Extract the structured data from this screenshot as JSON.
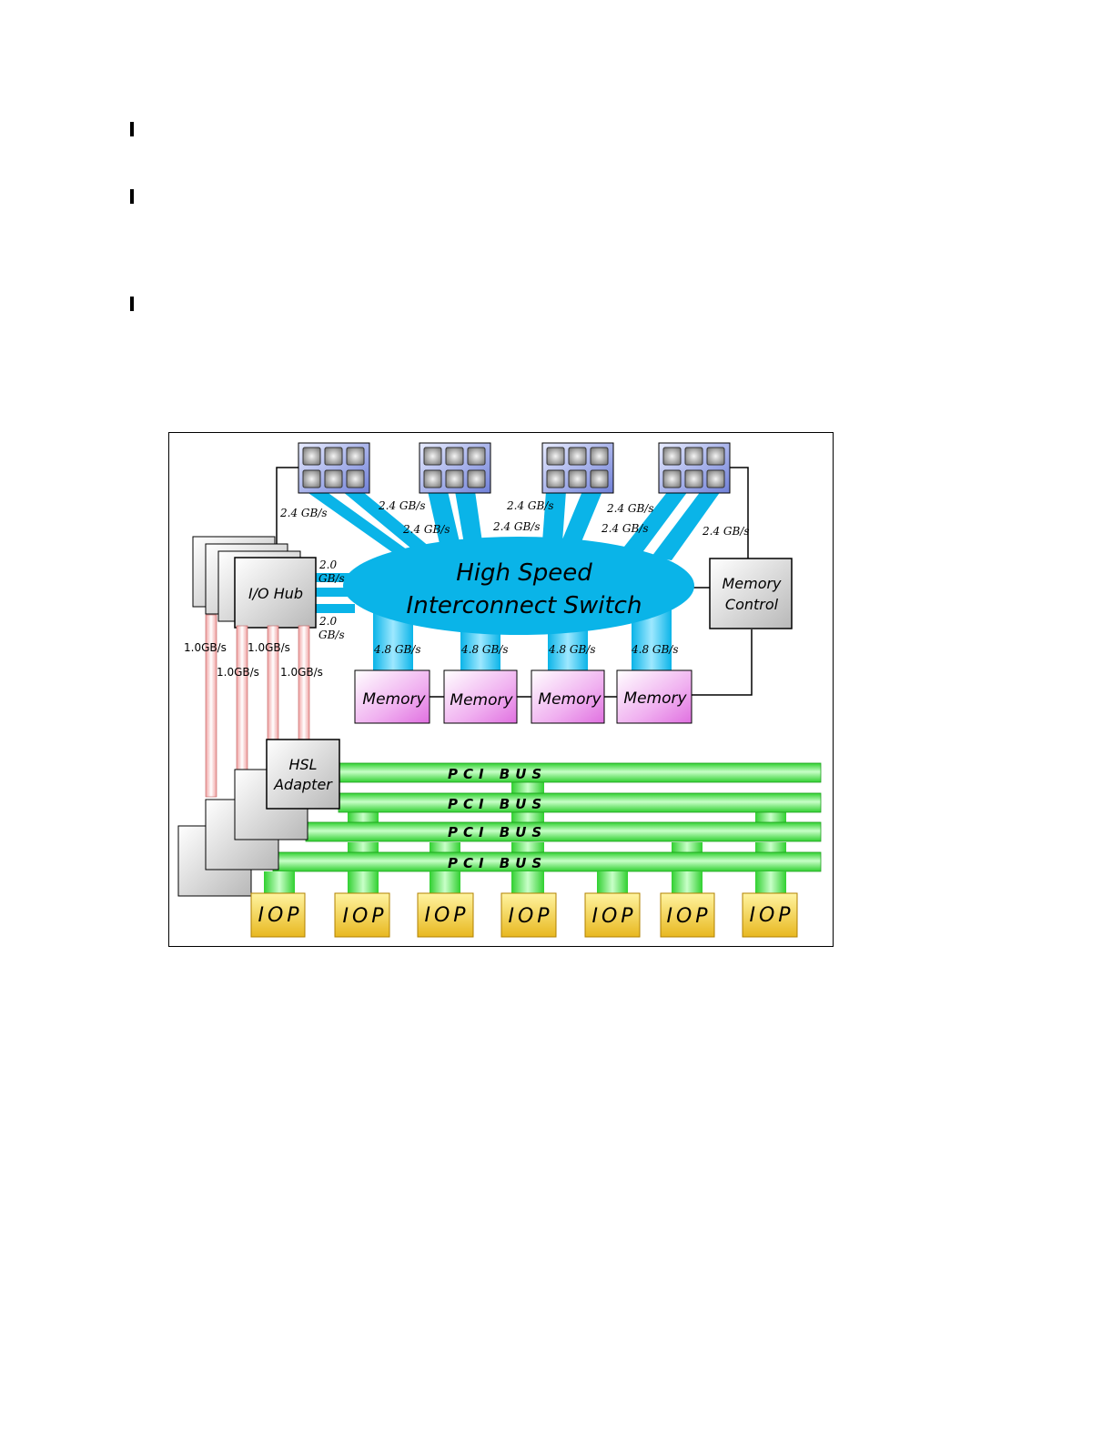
{
  "bullets": [
    "l",
    "l",
    "l"
  ],
  "switch": {
    "line1": "High Speed",
    "line2": "Interconnect Switch"
  },
  "io_hub": {
    "label": "I/O Hub"
  },
  "hsl": {
    "line1": "HSL",
    "line2": "Adapter"
  },
  "memory_control": {
    "line1": "Memory",
    "line2": "Control"
  },
  "memory_label": "Memory",
  "pci_label": "PCI BUS",
  "iop_label": "IOP",
  "bandwidth": {
    "proc_top": [
      "2.4 GB/s",
      "2.4 GB/s",
      "2.4 GB/s",
      "2.4 GB/s"
    ],
    "proc_lower": [
      "2.4 GB/s",
      "2.4 GB/s",
      "2.4 GB/s",
      "2.4 GB/s"
    ],
    "memory": [
      "4.8 GB/s",
      "4.8 GB/s",
      "4.8 GB/s",
      "4.8 GB/s"
    ],
    "hub_upper": [
      "2.0",
      "GB/s"
    ],
    "hub_lower": [
      "2.0",
      "GB/s"
    ],
    "hsl_row1": [
      "1.0GB/s",
      "1.0GB/s"
    ],
    "hsl_row2": [
      "1.0GB/s",
      "1.0GB/s"
    ]
  },
  "colors": {
    "switch": "#0ab4e8",
    "processor": "#8a96e0",
    "memory": "#f0a8f0",
    "pci_bus": "#44e044",
    "iop": "#f4d040",
    "hsl_link": "#f0a0a0"
  }
}
